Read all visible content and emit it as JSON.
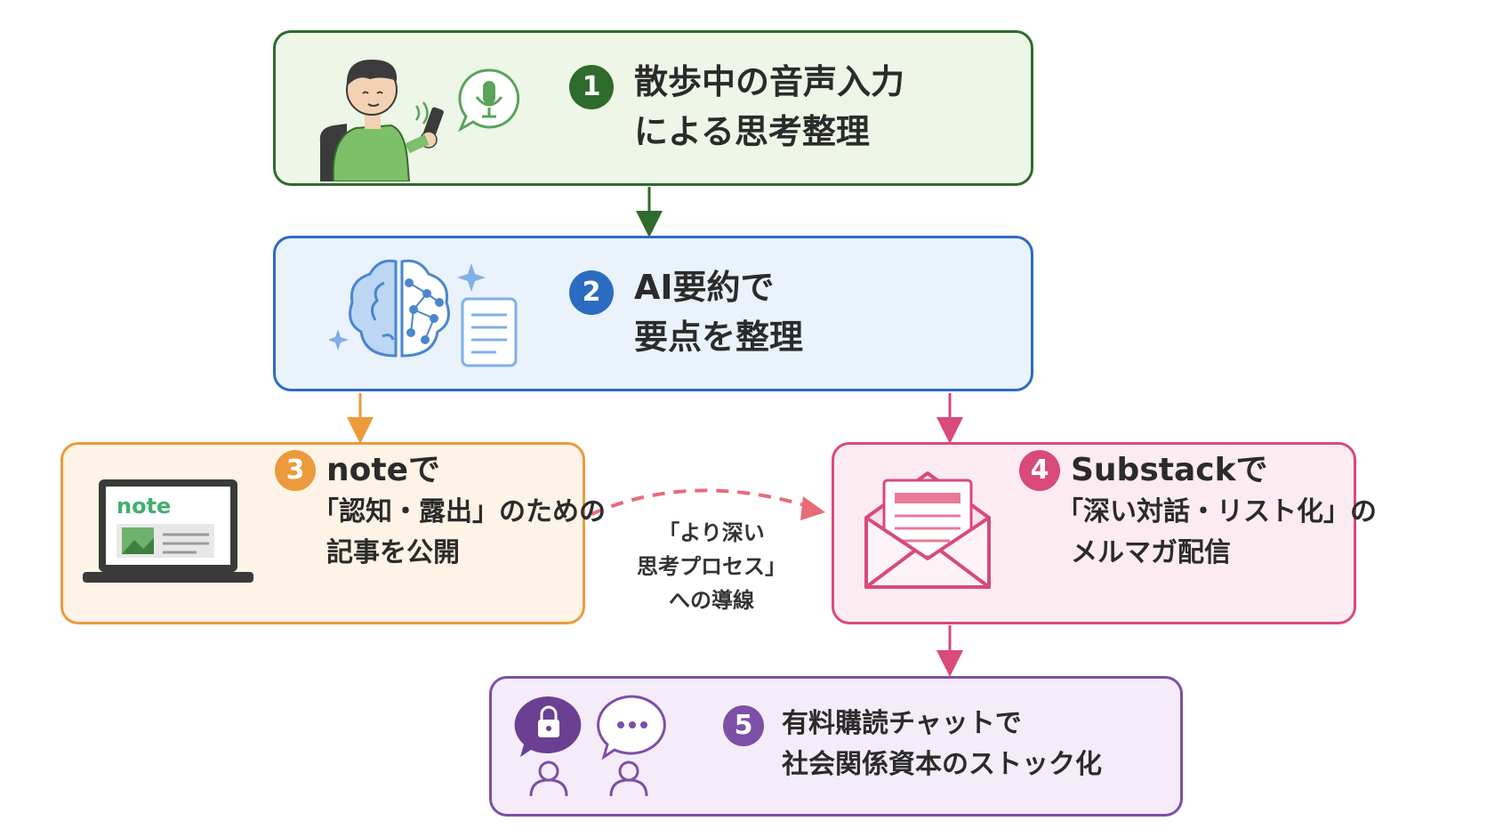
{
  "colors": {
    "step1": "#2f6b2c",
    "step2": "#2c6cc0",
    "step3": "#ec9a3c",
    "step4": "#d84a78",
    "step5": "#7d4fa6"
  },
  "steps": [
    {
      "number": "1",
      "lines": [
        "散歩中の音声入力",
        "による思考整理"
      ],
      "icons": [
        "person-walking-icon",
        "microphone-bubble-icon"
      ]
    },
    {
      "number": "2",
      "lines": [
        "AI要約で",
        "要点を整理"
      ],
      "icons": [
        "ai-brain-icon",
        "document-icon"
      ]
    },
    {
      "number": "3",
      "lines": [
        "noteで",
        "「認知・露出」のための",
        "記事を公開"
      ],
      "icons": [
        "laptop-icon"
      ],
      "laptop_logo": "note"
    },
    {
      "number": "4",
      "lines": [
        "Substackで",
        "「深い対話・リスト化」の",
        "メルマガ配信"
      ],
      "icons": [
        "envelope-icon"
      ]
    },
    {
      "number": "5",
      "lines": [
        "有料購読チャットで",
        "社会関係資本のストック化"
      ],
      "icons": [
        "lock-chat-icon",
        "chat-icon"
      ]
    }
  ],
  "connector_label": [
    "「より深い",
    "思考プロセス」",
    "への導線"
  ]
}
